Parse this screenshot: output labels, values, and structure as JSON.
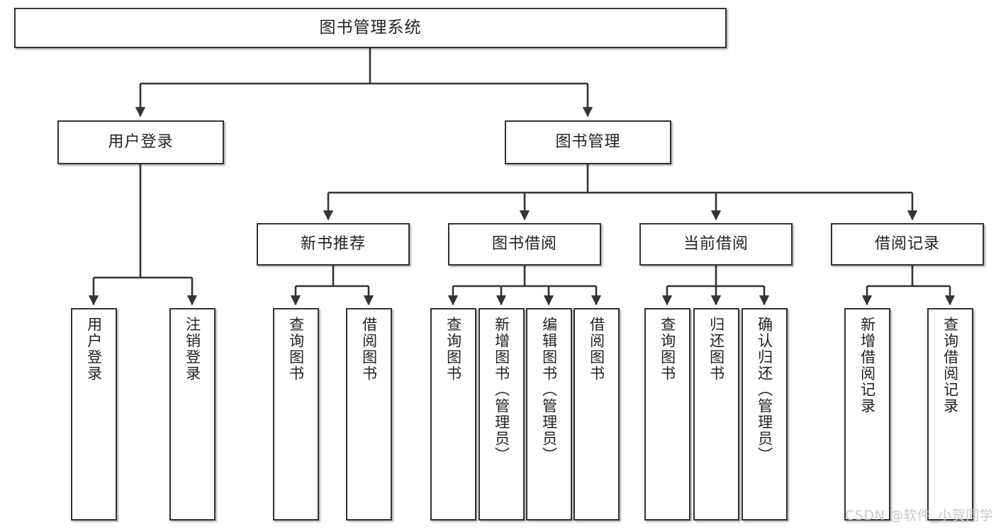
{
  "diagram": {
    "title": "图书管理系统",
    "type": "功能结构图",
    "background_color": "#ffffff",
    "node_border_color": "#333333",
    "node_fill_color": "#ffffff",
    "connector_color": "#333333",
    "watermark": "CSDN @软件_小贺同学",
    "watermark_color": "#c9c9c9"
  },
  "root": {
    "label": "图书管理系统"
  },
  "level1": [
    {
      "label": "用户登录"
    },
    {
      "label": "图书管理"
    }
  ],
  "level2": [
    {
      "label": "新书推荐"
    },
    {
      "label": "图书借阅"
    },
    {
      "label": "当前借阅"
    },
    {
      "label": "借阅记录"
    }
  ],
  "leaves": {
    "user_login": [
      {
        "label": "用户登录"
      },
      {
        "label": "注销登录"
      }
    ],
    "new_book_recommend": [
      {
        "label": "查询图书"
      },
      {
        "label": "借阅图书"
      }
    ],
    "book_borrow": [
      {
        "label": "查询图书"
      },
      {
        "label": "新增图书（管理员）"
      },
      {
        "label": "编辑图书（管理员）"
      },
      {
        "label": "借阅图书"
      }
    ],
    "current_borrow": [
      {
        "label": "查询图书"
      },
      {
        "label": "归还图书"
      },
      {
        "label": "确认归还（管理员）"
      }
    ],
    "borrow_record": [
      {
        "label": "新增借阅记录"
      },
      {
        "label": "查询借阅记录"
      }
    ]
  }
}
